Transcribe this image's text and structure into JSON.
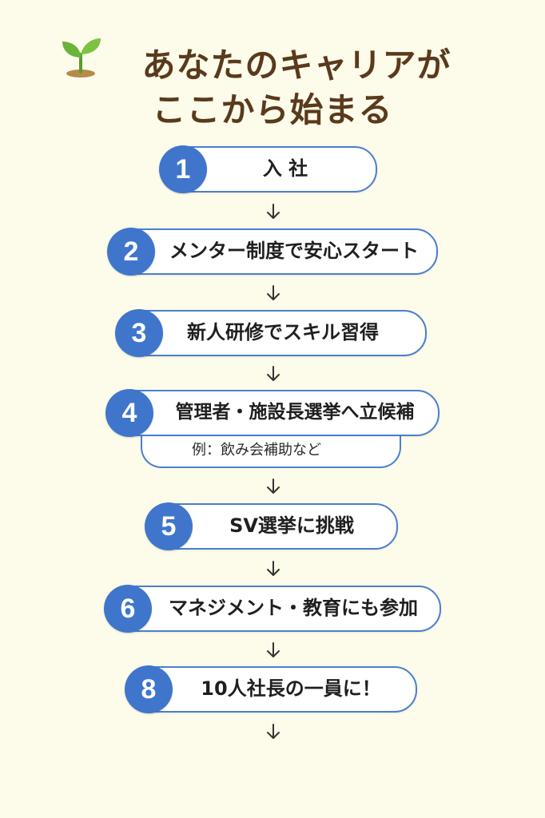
{
  "title": {
    "line1": "あなたのキャリアが",
    "line2": "ここから始まる"
  },
  "icon": "sprout-icon",
  "colors": {
    "background": "#fdfbe9",
    "accent_blue": "#3f76cc",
    "title_brown": "#5a3a1c"
  },
  "steps": [
    {
      "number": "1",
      "label": "入 社"
    },
    {
      "number": "2",
      "label": "メンター制度で安心スタート"
    },
    {
      "number": "3",
      "label": "新人研修でスキル習得"
    },
    {
      "number": "4",
      "label": "管理者・施設長選挙へ立候補",
      "sub": "例：飲み会補助など"
    },
    {
      "number": "5",
      "label": "SV選挙に挑戦"
    },
    {
      "number": "6",
      "label": "マネジメント・教育にも参加"
    },
    {
      "number": "8",
      "label": "10人社長の一員に！"
    }
  ]
}
